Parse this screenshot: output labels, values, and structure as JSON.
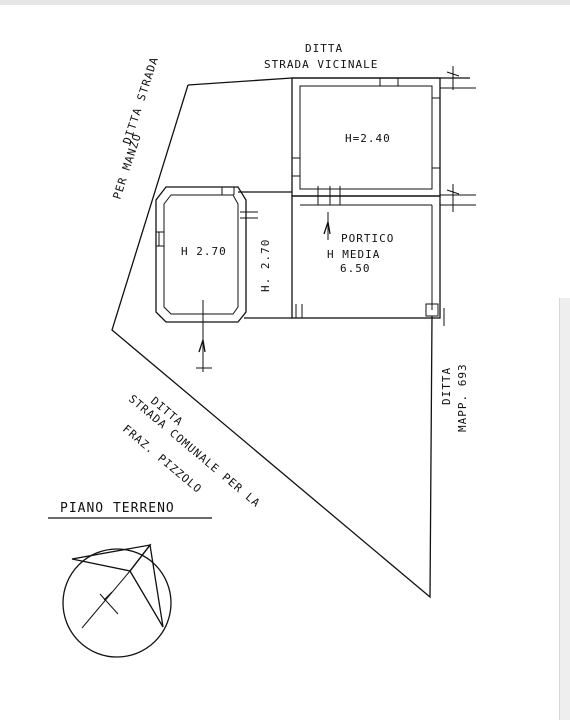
{
  "labels": {
    "north_owner": "DITTA",
    "north_road": "STRADA VICINALE",
    "west_line1": "DITTA STRADA",
    "west_line2": "PER MANZO",
    "room_north_height": "H=2.40",
    "room_west_height": "H 2.70",
    "west_wall_height": "H. 2.70",
    "portico_title": "PORTICO",
    "portico_height_label": "H MEDIA",
    "portico_height_value": "6.50",
    "east_owner": "DITTA",
    "east_parcel": "MAPP. 693",
    "south_owner": "DITTA",
    "south_road_line1": "STRADA COMUNALE PER LA",
    "south_road_line2": "FRAZ. PIZZOLO",
    "floor_title": "PIANO TERRENO"
  },
  "icons": {
    "compass": "north-arrow-compass-icon"
  },
  "colors": {
    "ink": "#111111",
    "paper": "#ffffff"
  }
}
